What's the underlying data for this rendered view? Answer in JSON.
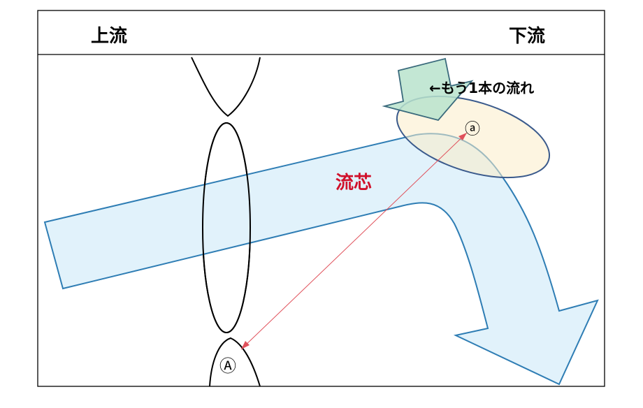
{
  "header": {
    "upstream": "上流",
    "downstream": "下流"
  },
  "labels": {
    "core": "流芯",
    "other_flow": "←もう1本の流れ",
    "point_small": "ⓐ",
    "point_large": "Ⓐ"
  },
  "colors": {
    "frame": "#000000",
    "main_flow_fill": "#e1f2fb",
    "main_flow_stroke": "#2e7db4",
    "ellipse_fill": "#fbecc8",
    "ellipse_stroke": "#3a5a8c",
    "other_flow_fill": "#b9e3cc",
    "other_flow_stroke": "#3a6a7c",
    "core_text": "#d0102a",
    "measure_line": "#e0505a"
  }
}
